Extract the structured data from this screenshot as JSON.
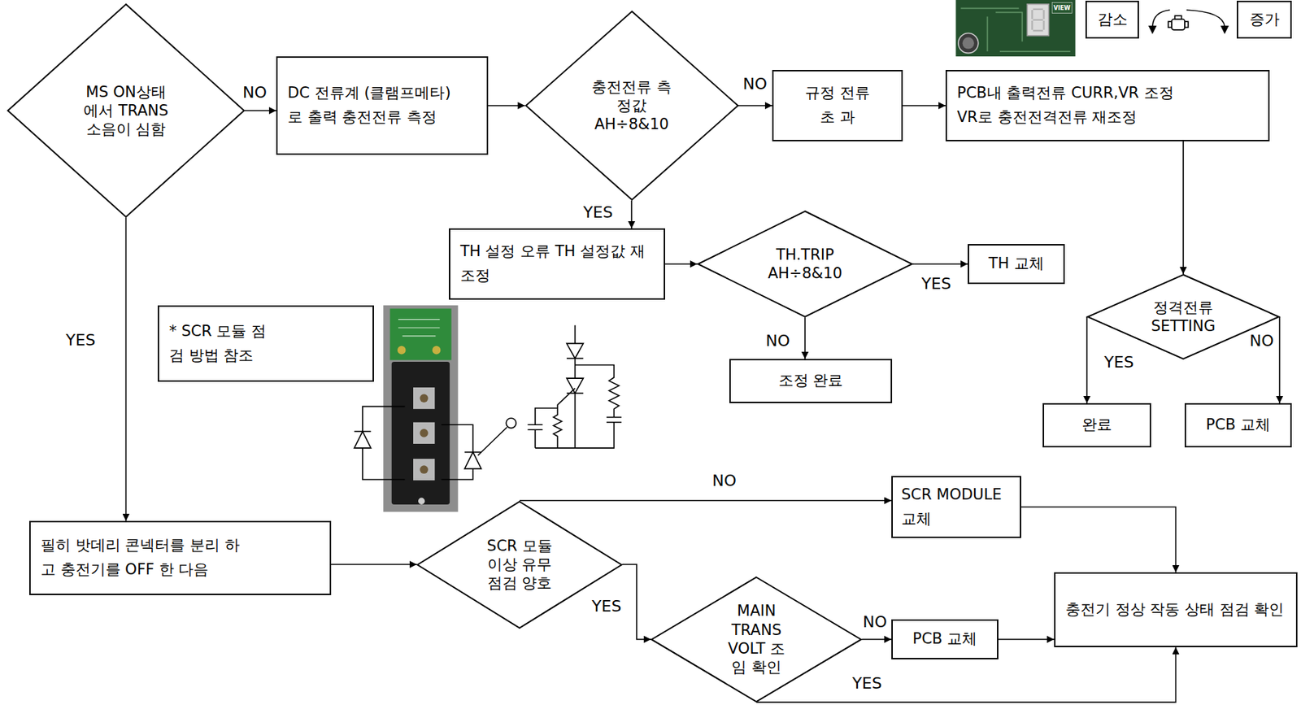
{
  "diagram": {
    "nodes": [
      {
        "text": [
          "감소"
        ]
      },
      {
        "text": [
          "증가"
        ]
      },
      {
        "text": [
          "MS ON상태 에서 TRANS 소음이 심함"
        ]
      },
      {
        "text": [
          "DC 전류계 (클램프메타)로 출력 충전전류 측정"
        ]
      },
      {
        "text": [
          "충전전류 측정값 AH÷8&10"
        ]
      },
      {
        "text": [
          "규정 전류 초 과"
        ]
      },
      {
        "text": [
          "PCB내 출력전류 CURR,VR 조정 VR로 충전전격전류 재조정"
        ]
      },
      {
        "text": [
          "TH 설정 오류 TH 설정값 재조정"
        ]
      },
      {
        "text": [
          "TH.TRIP AH÷8&10"
        ]
      },
      {
        "text": [
          "TH 교체"
        ]
      },
      {
        "text": [
          "정격전류 SETTING"
        ]
      },
      {
        "text": [
          "* SCR 모듈 점검 방법 참조"
        ]
      },
      {
        "text": [
          "조정 완료"
        ]
      },
      {
        "text": [
          "완료"
        ]
      },
      {
        "text": [
          "PCB 교체"
        ]
      },
      {
        "text": [
          "SCR MODULE 교체"
        ]
      },
      {
        "text": [
          "필히 밧데리 콘넥터를 분리 하고 충전기를 OFF 한 다음"
        ]
      },
      {
        "text": [
          "SCR 모듈 이상 유무 점검 양호"
        ]
      },
      {
        "text": [
          "충전기 정상 작동 상태 점검 확인"
        ]
      },
      {
        "text": [
          "MAIN TRANS VOLT 조 임 확인"
        ]
      },
      {
        "text": [
          "PCB 교체"
        ]
      }
    ],
    "edges": [
      {
        "from": 2,
        "to": 3,
        "arrow": "to",
        "label": "NO"
      },
      {
        "from": 3,
        "to": 4,
        "arrow": "to"
      },
      {
        "from": 4,
        "to": 5,
        "arrow": "to",
        "label": "NO"
      },
      {
        "from": 5,
        "to": 6,
        "arrow": "to"
      },
      {
        "from": 4,
        "to": 7,
        "arrow": "to",
        "label": "YES"
      },
      {
        "from": 7,
        "to": 8,
        "arrow": "to"
      },
      {
        "from": 8,
        "to": 9,
        "arrow": "to",
        "label": "YES"
      },
      {
        "from": 8,
        "to": 12,
        "arrow": "to",
        "label": "NO"
      },
      {
        "from": 6,
        "to": 10,
        "arrow": "to"
      },
      {
        "from": 10,
        "to": 13,
        "arrow": "to",
        "label": "YES"
      },
      {
        "from": 10,
        "to": 14,
        "arrow": "to",
        "label": "NO"
      },
      {
        "from": 2,
        "to": 16,
        "arrow": "to",
        "label": "YES"
      },
      {
        "from": 16,
        "to": 17,
        "arrow": "to"
      },
      {
        "from": 17,
        "to": 15,
        "arrow": "to",
        "label": "NO"
      },
      {
        "from": 17,
        "to": 19,
        "arrow": "to",
        "label": "YES"
      },
      {
        "from": 19,
        "to": 20,
        "arrow": "to",
        "label": "NO"
      },
      {
        "from": 19,
        "to": 18,
        "arrow": "to",
        "label": "YES"
      },
      {
        "from": 15,
        "to": 18,
        "arrow": "to"
      },
      {
        "from": 20,
        "to": 18,
        "arrow": "to"
      }
    ],
    "labels": [
      "VIEW"
    ]
  }
}
